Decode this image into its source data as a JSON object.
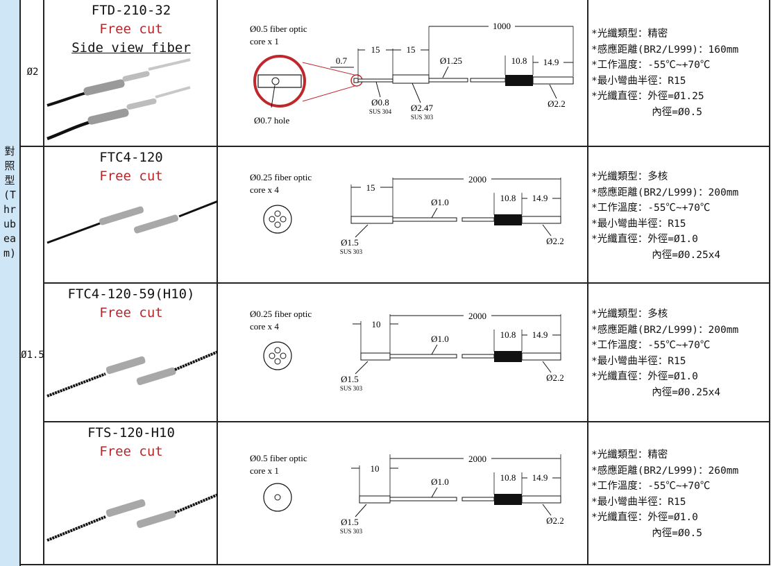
{
  "category": "對照型(Thrubeam)",
  "diameters": {
    "d2": "Ø2",
    "d15": "Ø1.5"
  },
  "rows": [
    {
      "model": "FTD-210-32",
      "note": "Free cut",
      "extra": "Side view fiber",
      "drawing": {
        "core": "Ø0.5 fiber optic",
        "core_count": "core x 1",
        "hole": "Ø0.7 hole",
        "dim_total": "1000",
        "dim_a": "15",
        "dim_b": "15",
        "dim_tip": "0.7",
        "dim_c": "10.8",
        "dim_d": "14.9",
        "d_fiber": "Ø1.25",
        "d_tip": "Ø0.8",
        "mat_tip": "SUS 304",
        "d_sleeve": "Ø2.47",
        "mat_sleeve": "SUS 303",
        "d_end": "Ø2.2"
      },
      "specs": [
        "*光纖類型：精密",
        "*感應距離(BR2/L999)：160mm",
        "*工作溫度：-55℃~+70℃",
        "*最小彎曲半徑：R15",
        "*光纖直徑：外徑=Ø1.25",
        "          內徑=Ø0.5"
      ]
    },
    {
      "model": "FTC4-120",
      "note": "Free cut",
      "drawing": {
        "core": "Ø0.25 fiber optic",
        "core_count": "core x 4",
        "dim_total": "2000",
        "dim_a": "15",
        "dim_c": "10.8",
        "dim_d": "14.9",
        "d_fiber": "Ø1.0",
        "d_sleeve": "Ø1.5",
        "mat_sleeve": "SUS 303",
        "d_end": "Ø2.2"
      },
      "specs": [
        "*光纖類型：多核",
        "*感應距離(BR2/L999)：200mm",
        "*工作溫度：-55℃~+70℃",
        "*最小彎曲半徑：R15",
        "*光纖直徑：外徑=Ø1.0",
        "          內徑=Ø0.25x4"
      ]
    },
    {
      "model": "FTC4-120-59(H10)",
      "note": "Free cut",
      "drawing": {
        "core": "Ø0.25 fiber optic",
        "core_count": "core x 4",
        "dim_total": "2000",
        "dim_a": "10",
        "dim_c": "10.8",
        "dim_d": "14.9",
        "d_fiber": "Ø1.0",
        "d_sleeve": "Ø1.5",
        "mat_sleeve": "SUS 303",
        "d_end": "Ø2.2"
      },
      "specs": [
        "*光纖類型：多核",
        "*感應距離(BR2/L999)：200mm",
        "*工作溫度：-55℃~+70℃",
        "*最小彎曲半徑：R15",
        "*光纖直徑：外徑=Ø1.0",
        "          內徑=Ø0.25x4"
      ]
    },
    {
      "model": "FTS-120-H10",
      "note": "Free cut",
      "drawing": {
        "core": "Ø0.5 fiber optic",
        "core_count": "core x 1",
        "dim_total": "2000",
        "dim_a": "10",
        "dim_c": "10.8",
        "dim_d": "14.9",
        "d_fiber": "Ø1.0",
        "d_sleeve": "Ø1.5",
        "mat_sleeve": "SUS 303",
        "d_end": "Ø2.2"
      },
      "specs": [
        "*光纖類型：精密",
        "*感應距離(BR2/L999)：260mm",
        "*工作溫度：-55℃~+70℃",
        "*最小彎曲半徑：R15",
        "*光纖直徑：外徑=Ø1.0",
        "          內徑=Ø0.5"
      ]
    }
  ]
}
